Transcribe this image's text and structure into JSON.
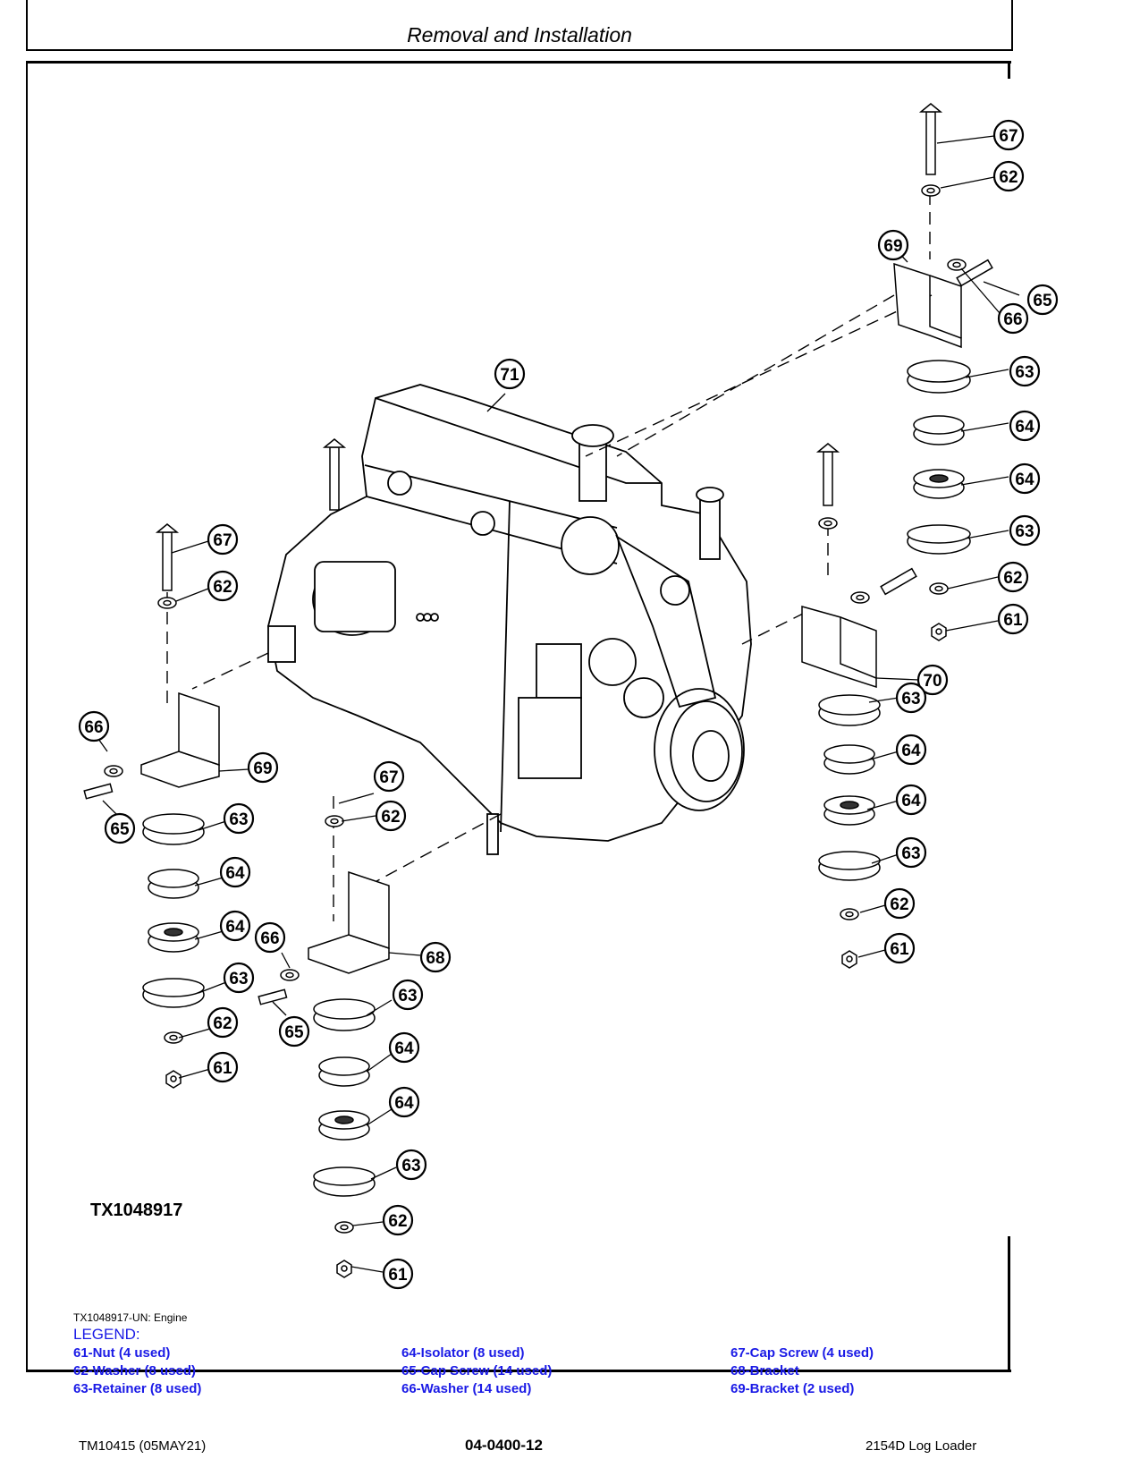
{
  "header": {
    "title": "Removal and Installation"
  },
  "figure": {
    "id_label": "TX1048917",
    "caption": "TX1048917-UN: Engine"
  },
  "callouts": {
    "c61": "61",
    "c62": "62",
    "c63": "63",
    "c64": "64",
    "c65": "65",
    "c66": "66",
    "c67": "67",
    "c68": "68",
    "c69": "69",
    "c70": "70",
    "c71": "71"
  },
  "legend": {
    "title": "LEGEND:",
    "items": [
      "61-Nut (4 used)",
      "62-Washer (8 used)",
      "63-Retainer (8 used)",
      "64-Isolator (8 used)",
      "65-Cap Screw (14 used)",
      "66-Washer (14 used)",
      "67-Cap Screw (4 used)",
      "68-Bracket",
      "69-Bracket (2 used)"
    ]
  },
  "footer": {
    "left": "TM10415 (05MAY21)",
    "center": "04-0400-12",
    "right": "2154D Log Loader"
  }
}
